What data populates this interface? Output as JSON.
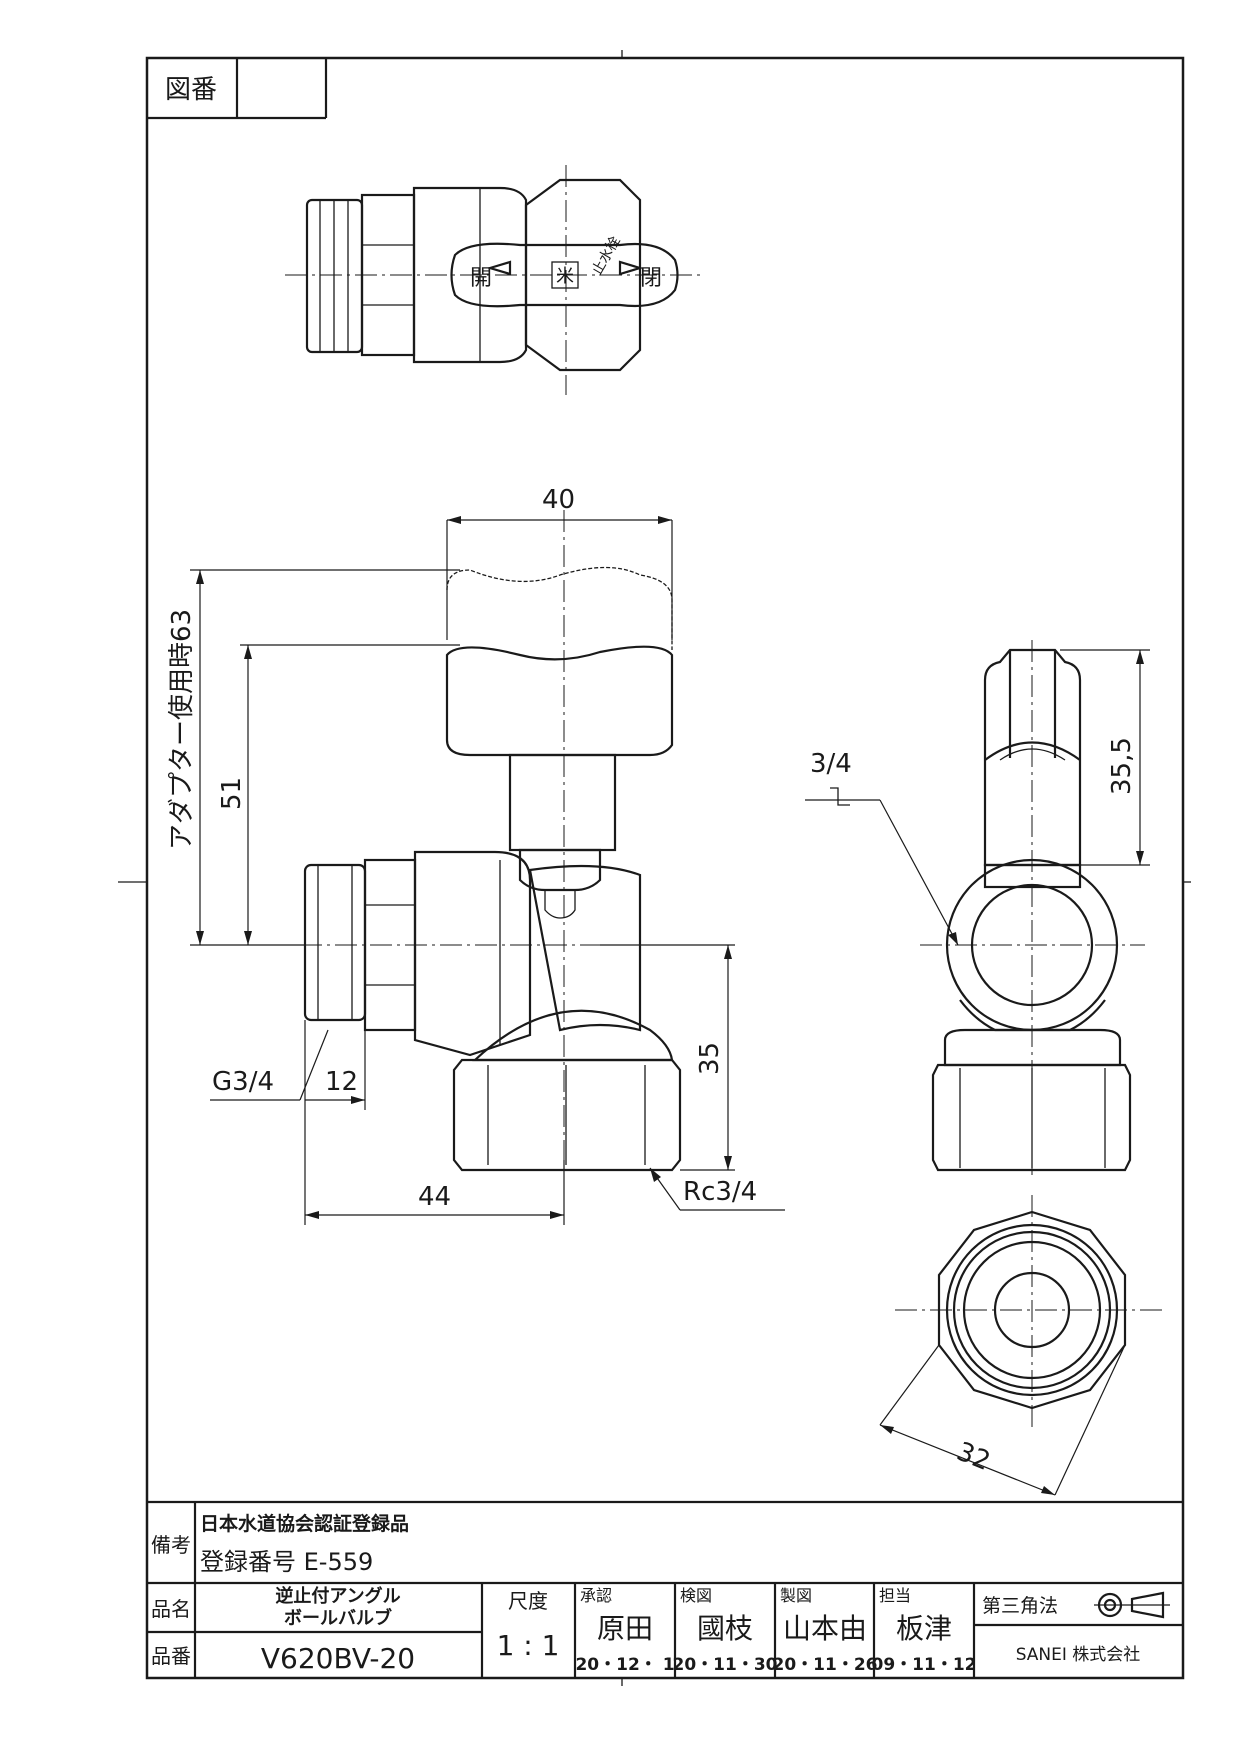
{
  "drawing_number_label": "図番",
  "drawing_number_value": "",
  "handle_text": {
    "open_left": "開",
    "open_right": "閉",
    "stop_text": "止水栓",
    "center_mark": "米"
  },
  "dimensions": {
    "d40": "40",
    "d51": "51",
    "d63": "アダプター使用時63",
    "d35": "35",
    "d12": "12",
    "d44": "44",
    "g34": "G3/4",
    "rc34": "Rc3/4",
    "d355": "35,5",
    "d34": "3/4",
    "d32": "32"
  },
  "title_block": {
    "remarks_label": "備考",
    "remarks_line1": "日本水道協会認証登録品",
    "remarks_line2": "登録番号 E-559",
    "name_label": "品名",
    "name_line1": "逆止付アングル",
    "name_line2": "ボールバルブ",
    "number_label": "品番",
    "number_value": "V620BV-20",
    "scale_label": "尺度",
    "scale_value": "1 : 1",
    "approval_label": "承認",
    "approval_name": "原田",
    "approval_date": "20・12・ 1",
    "check_label": "検図",
    "check_name": "國枝",
    "check_date": "20・11・30",
    "draft_label": "製図",
    "draft_name": "山本由",
    "draft_date": "20・11・26",
    "charge_label": "担当",
    "charge_name": "板津",
    "charge_date": "09・11・12",
    "projection_label": "第三角法",
    "company": "SANEI 株式会社"
  }
}
